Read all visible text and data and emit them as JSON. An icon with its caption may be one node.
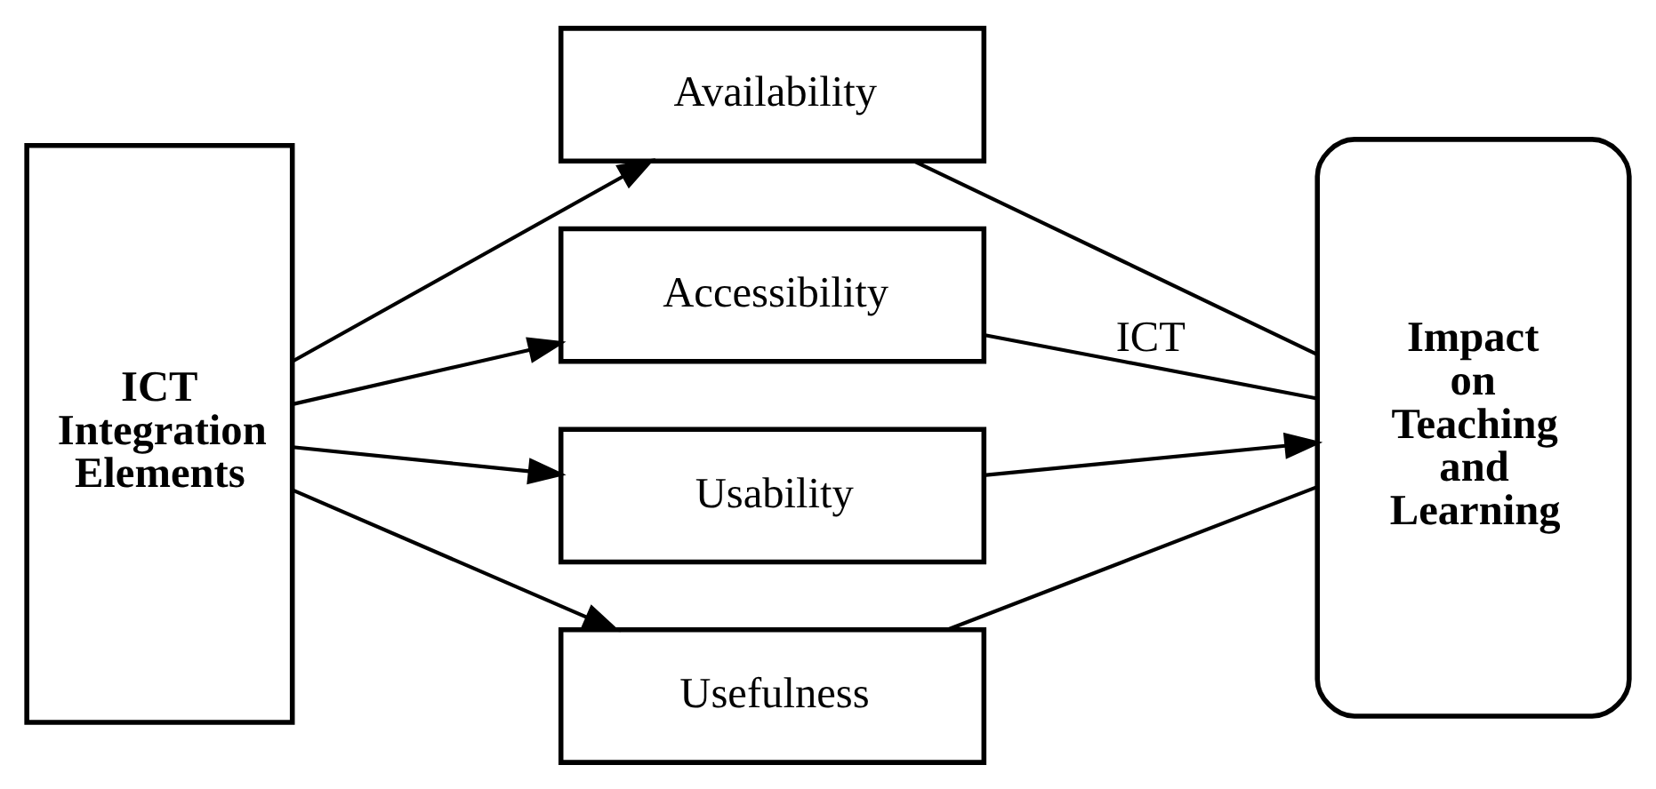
{
  "diagram": {
    "nodes": [
      {
        "text": [
          "ICT Integration Elements"
        ]
      },
      {
        "text": [
          "Availability"
        ]
      },
      {
        "text": [
          "Accessibility"
        ]
      },
      {
        "text": [
          "Usability"
        ]
      },
      {
        "text": [
          "Usefulness"
        ]
      },
      {
        "text": [
          "Impact on Teaching and Learning"
        ]
      }
    ],
    "edges": [
      {
        "from": 0,
        "to": 1,
        "arrow": "to"
      },
      {
        "from": 0,
        "to": 2,
        "arrow": "to"
      },
      {
        "from": 0,
        "to": 3,
        "arrow": "to"
      },
      {
        "from": 0,
        "to": 4,
        "arrow": "to"
      },
      {
        "from": 1,
        "to": 5,
        "arrow": "none"
      },
      {
        "from": 2,
        "to": 5,
        "arrow": "none",
        "label": "ICT"
      },
      {
        "from": 3,
        "to": 5,
        "arrow": "to"
      },
      {
        "from": 4,
        "to": 5,
        "arrow": "none"
      }
    ]
  }
}
